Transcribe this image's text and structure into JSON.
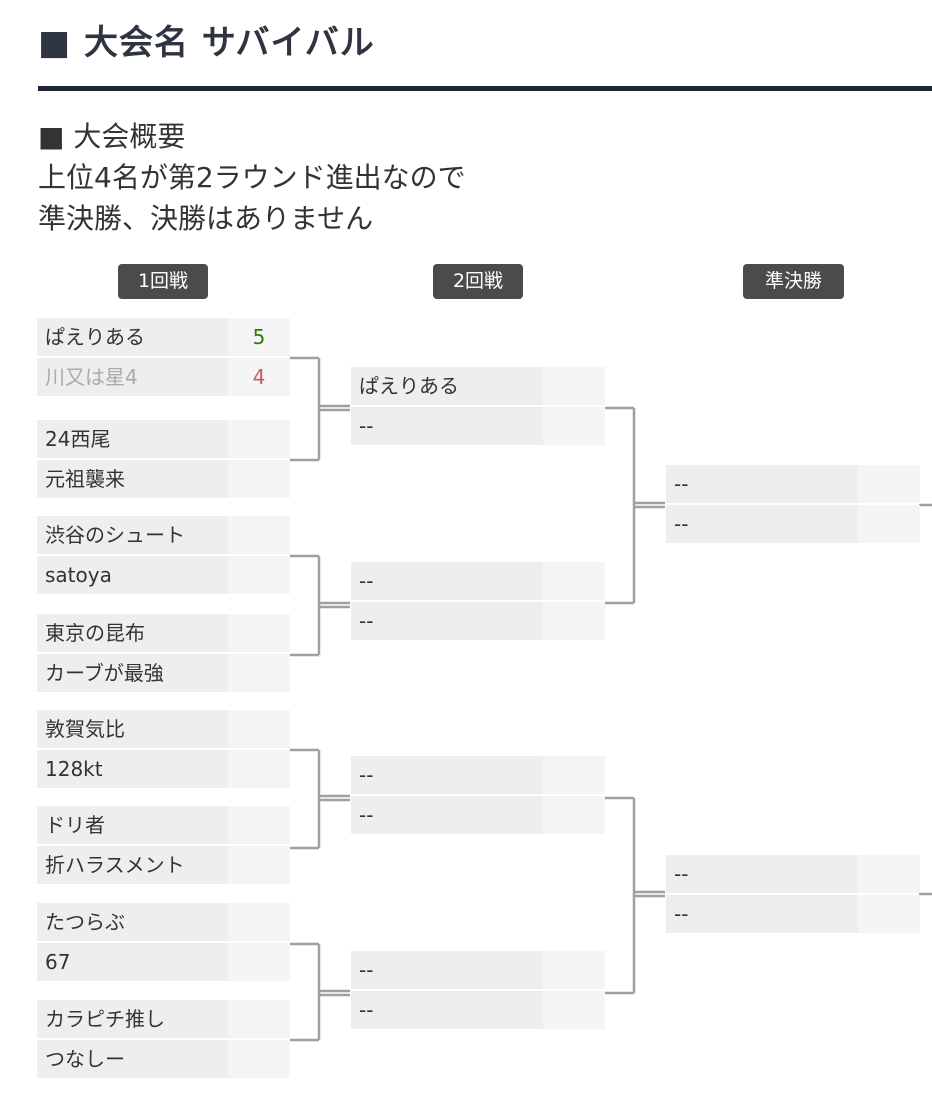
{
  "header": {
    "title": "■ 大会名  サバイバル"
  },
  "overview": {
    "heading": "■ 大会概要",
    "lines": [
      "上位4名が第2ラウンド進出なので",
      "準決勝、決勝はありません"
    ]
  },
  "rounds": [
    "1回戦",
    "2回戦",
    "準決勝"
  ],
  "round1": [
    {
      "a": {
        "name": "ぱえりある",
        "score": "5"
      },
      "b": {
        "name": "川又は星4",
        "score": "4"
      }
    },
    {
      "a": {
        "name": "24西尾",
        "score": ""
      },
      "b": {
        "name": "元祖襲来",
        "score": ""
      }
    },
    {
      "a": {
        "name": "渋谷のシュート",
        "score": ""
      },
      "b": {
        "name": "satoya",
        "score": ""
      }
    },
    {
      "a": {
        "name": "東京の昆布",
        "score": ""
      },
      "b": {
        "name": "カーブが最強",
        "score": ""
      }
    },
    {
      "a": {
        "name": "敦賀気比",
        "score": ""
      },
      "b": {
        "name": "128kt",
        "score": ""
      }
    },
    {
      "a": {
        "name": "ドリ者",
        "score": ""
      },
      "b": {
        "name": "折ハラスメント",
        "score": ""
      }
    },
    {
      "a": {
        "name": "たつらぶ",
        "score": ""
      },
      "b": {
        "name": "67",
        "score": ""
      }
    },
    {
      "a": {
        "name": "カラピチ推し",
        "score": ""
      },
      "b": {
        "name": "つなしー",
        "score": ""
      }
    }
  ],
  "round2": [
    {
      "a": {
        "name": "ぱえりある",
        "score": ""
      },
      "b": {
        "name": "--",
        "score": ""
      }
    },
    {
      "a": {
        "name": "--",
        "score": ""
      },
      "b": {
        "name": "--",
        "score": ""
      }
    },
    {
      "a": {
        "name": "--",
        "score": ""
      },
      "b": {
        "name": "--",
        "score": ""
      }
    },
    {
      "a": {
        "name": "--",
        "score": ""
      },
      "b": {
        "name": "--",
        "score": ""
      }
    }
  ],
  "semifinal": [
    {
      "a": {
        "name": "--",
        "score": ""
      },
      "b": {
        "name": "--",
        "score": ""
      }
    },
    {
      "a": {
        "name": "--",
        "score": ""
      },
      "b": {
        "name": "--",
        "score": ""
      }
    }
  ],
  "colors": {
    "title_rule": "#1f2636",
    "round_label_bg": "#4b4b4b",
    "slot_name_bg": "#eeeeee",
    "slot_score_bg": "#f5f5f5",
    "connector": "#a0a0a0",
    "winner_score": "#2f7a10",
    "loser_score": "#c06060"
  }
}
